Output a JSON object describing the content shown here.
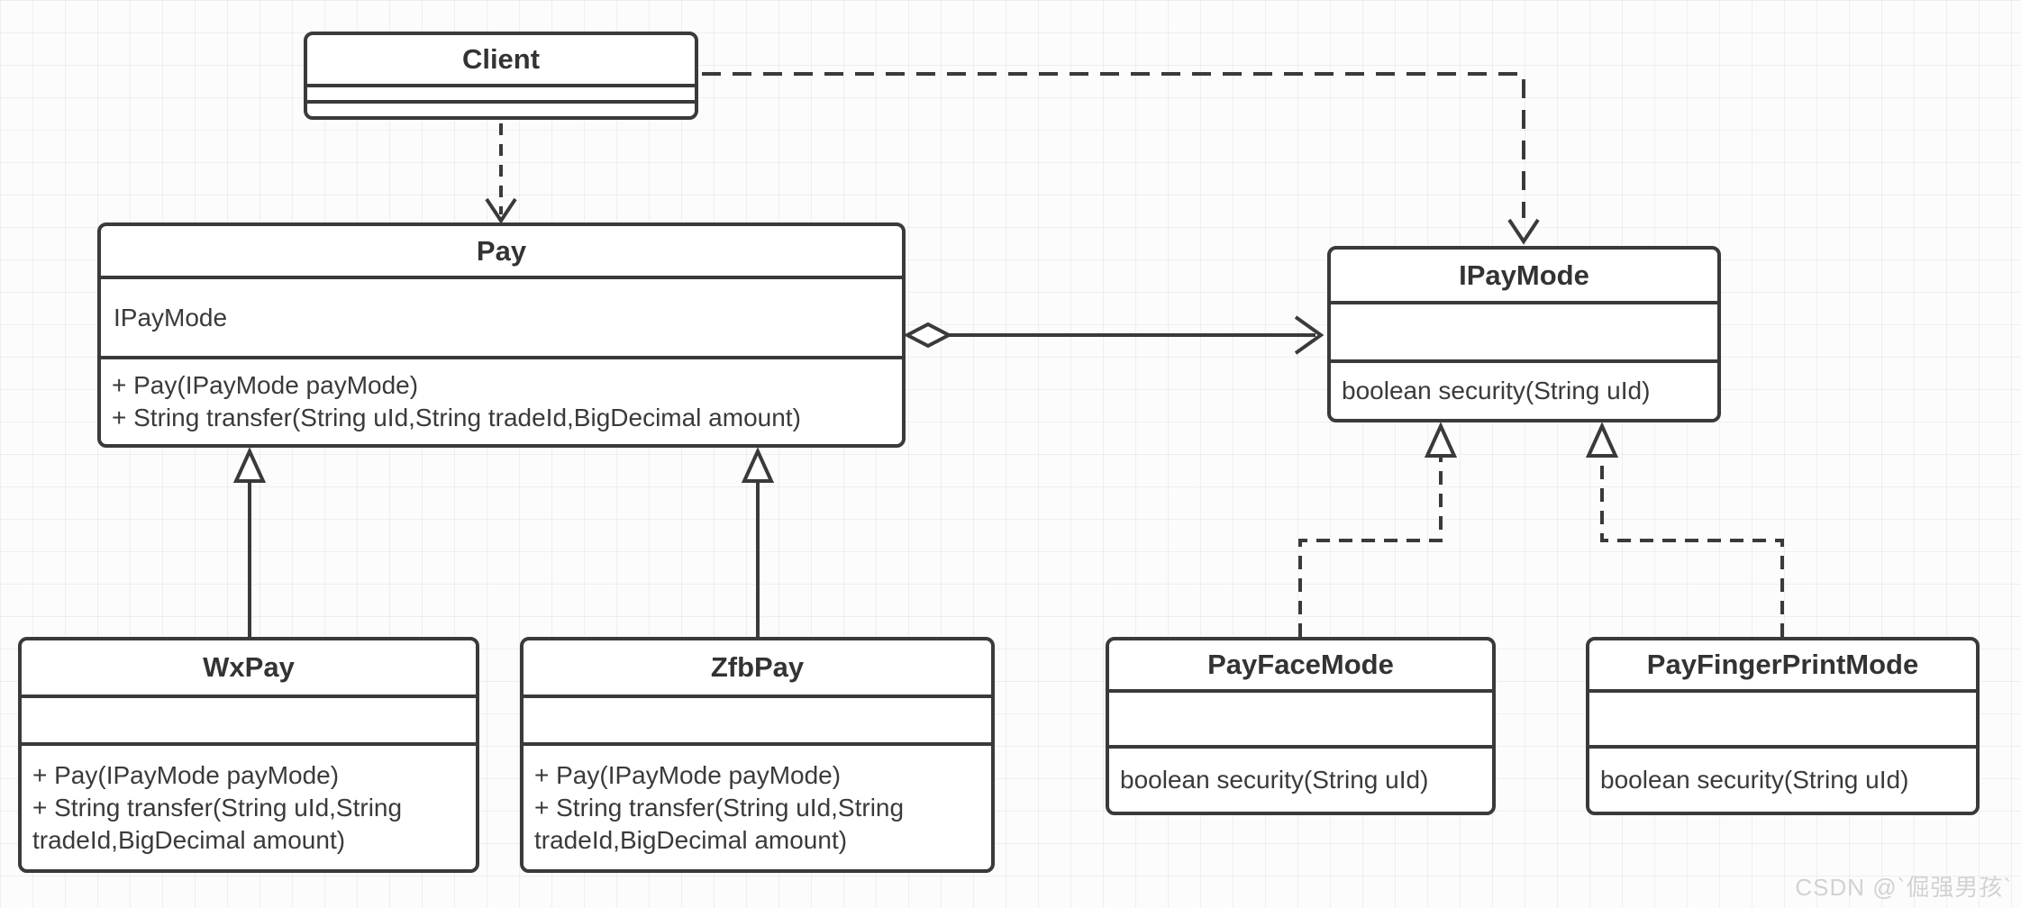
{
  "diagram": {
    "type": "uml-class-diagram",
    "classes": {
      "client": {
        "title": "Client",
        "fields": [],
        "methods": []
      },
      "pay": {
        "title": "Pay",
        "fields": [
          "IPayMode"
        ],
        "methods": [
          "+ Pay(IPayMode payMode)",
          "+ String transfer(String uId,String tradeId,BigDecimal amount)"
        ]
      },
      "ipaymode": {
        "title": "IPayMode",
        "fields": [],
        "methods": [
          "boolean security(String uId)"
        ]
      },
      "wxpay": {
        "title": "WxPay",
        "fields": [],
        "methods": [
          "+ Pay(IPayMode payMode)",
          "+ String transfer(String uId,String tradeId,BigDecimal amount)"
        ]
      },
      "zfbpay": {
        "title": "ZfbPay",
        "fields": [],
        "methods": [
          "+ Pay(IPayMode payMode)",
          "+ String transfer(String uId,String tradeId,BigDecimal amount)"
        ]
      },
      "payfacemode": {
        "title": "PayFaceMode",
        "fields": [],
        "methods": [
          "boolean security(String uId)"
        ]
      },
      "payfingerprintmode": {
        "title": "PayFingerPrintMode",
        "fields": [],
        "methods": [
          "boolean security(String uId)"
        ]
      }
    },
    "relationships": [
      {
        "from": "Client",
        "to": "Pay",
        "type": "dependency",
        "line": "dashed",
        "arrowhead": "open"
      },
      {
        "from": "Client",
        "to": "IPayMode",
        "type": "dependency",
        "line": "dashed",
        "arrowhead": "open"
      },
      {
        "from": "Pay",
        "to": "IPayMode",
        "type": "aggregation",
        "line": "solid",
        "arrowhead": "open",
        "tail": "hollow-diamond"
      },
      {
        "from": "WxPay",
        "to": "Pay",
        "type": "generalization",
        "line": "solid",
        "arrowhead": "hollow-triangle"
      },
      {
        "from": "ZfbPay",
        "to": "Pay",
        "type": "generalization",
        "line": "solid",
        "arrowhead": "hollow-triangle"
      },
      {
        "from": "PayFaceMode",
        "to": "IPayMode",
        "type": "realization",
        "line": "dashed",
        "arrowhead": "hollow-triangle"
      },
      {
        "from": "PayFingerPrintMode",
        "to": "IPayMode",
        "type": "realization",
        "line": "dashed",
        "arrowhead": "hollow-triangle"
      }
    ],
    "colors": {
      "stroke": "#3a3a3a",
      "text": "#383838",
      "box_fill": "#ffffff",
      "background": "#fcfcfc",
      "grid_line": "#ececec",
      "watermark": "#d2d2d2"
    },
    "watermark": "CSDN @`倔强男孩`"
  }
}
